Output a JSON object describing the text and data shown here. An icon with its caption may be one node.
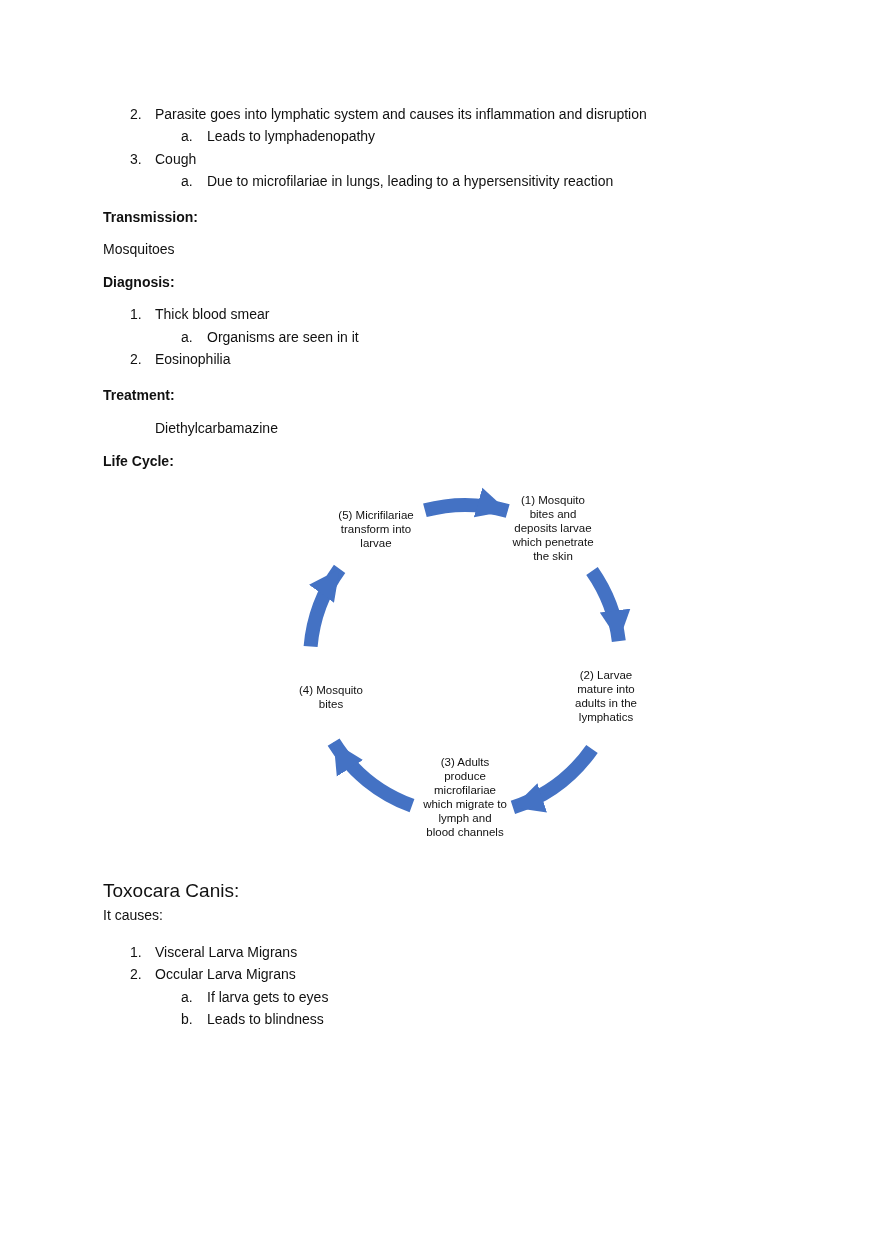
{
  "diagram": {
    "nodes": [
      {
        "text": [
          "(1) Mosquito bites and deposits larvae which penetrate the skin"
        ]
      },
      {
        "text": [
          "(2) Larvae mature into adults in the lymphatics"
        ]
      },
      {
        "text": [
          "(3) Adults produce microfilariae which migrate to lymph and blood channels"
        ]
      },
      {
        "text": [
          "(4) Mosquito bites"
        ]
      },
      {
        "text": [
          "(5) Micrifilariae transform into larvae"
        ]
      }
    ],
    "edges": [
      {
        "from": 4,
        "to": 0,
        "arrow": "to"
      },
      {
        "from": 0,
        "to": 1,
        "arrow": "to"
      },
      {
        "from": 1,
        "to": 2,
        "arrow": "to"
      },
      {
        "from": 2,
        "to": 3,
        "arrow": "to"
      },
      {
        "from": 3,
        "to": 4,
        "arrow": "to"
      }
    ],
    "labels": [
      "2.",
      "Parasite goes into lymphatic system and causes its inflammation and disruption",
      "a.",
      "Leads to lymphadenopathy",
      "3.",
      "Cough",
      "a.",
      "Due to microfilariae in lungs, leading to a hypersensitivity reaction",
      "Transmission:",
      "Mosquitoes",
      "Diagnosis:",
      "1.",
      "Thick blood smear",
      "a.",
      "Organisms are seen in it",
      "2.",
      "Eosinophilia",
      "Treatment:",
      "Diethylcarbamazine",
      "Life Cycle:",
      "Toxocara Canis:",
      "It causes:",
      "1.",
      "Visceral Larva Migrans",
      "2.",
      "Occular Larva Migrans",
      "a.",
      "If larva gets to eyes",
      "b.",
      "Leads to blindness"
    ]
  }
}
